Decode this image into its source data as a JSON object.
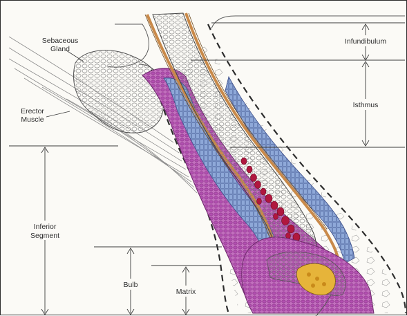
{
  "labels": {
    "sebaceous_line1": "Sebaceous",
    "sebaceous_line2": "Gland",
    "erector_line1": "Erector",
    "erector_line2": "Muscle",
    "infundibulum": "Infundibulum",
    "isthmus": "Isthmus",
    "inferior_line1": "Inferior",
    "inferior_line2": "Segment",
    "bulb": "Bulb",
    "matrix": "Matrix"
  },
  "colors": {
    "line": "#3a3a3a",
    "sheath_magenta": "#b04fae",
    "inner_blue": "#7f9bd0",
    "cuticle_orange": "#c98a4a",
    "melanin_red": "#b0173e",
    "papilla_yellow": "#e6b43a",
    "background": "#fbfaf6"
  }
}
